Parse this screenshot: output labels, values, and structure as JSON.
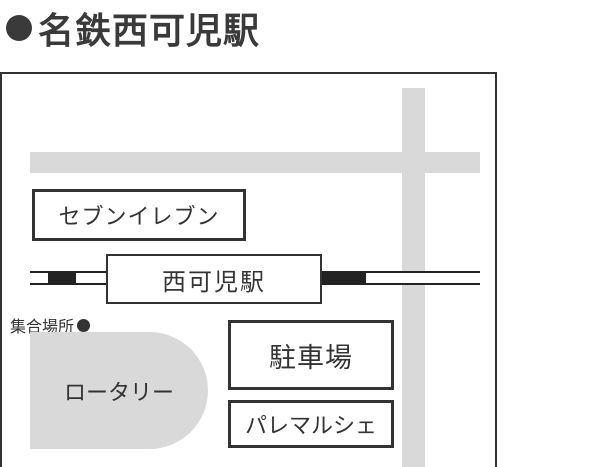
{
  "heading": {
    "title": "名鉄西可児駅"
  },
  "map": {
    "seven_eleven": "セブンイレブン",
    "station": "西可児駅",
    "meeting_point": "集合場所",
    "rotary": "ロータリー",
    "parking": "駐車場",
    "palais_marche": "パレマルシェ"
  },
  "colors": {
    "road": "#d9d9d9",
    "text": "#333333",
    "rail": "#222222"
  }
}
